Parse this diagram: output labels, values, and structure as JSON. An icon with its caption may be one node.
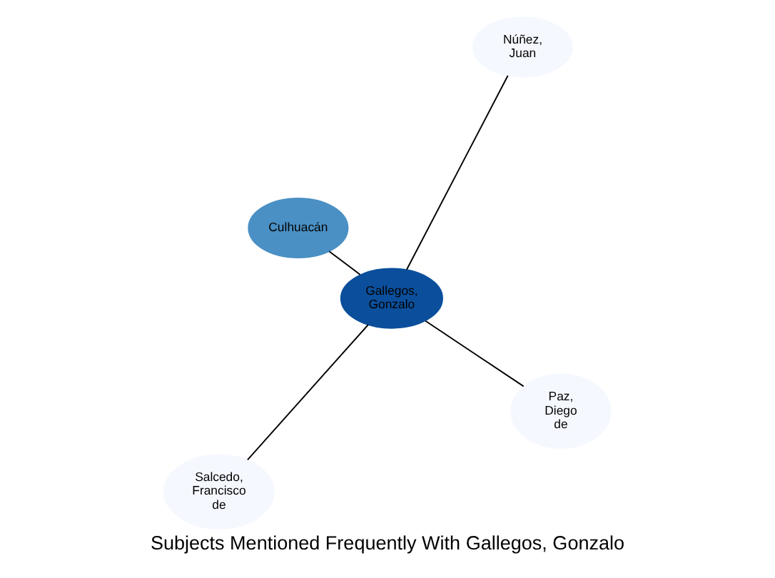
{
  "diagram": {
    "title": "Subjects Mentioned Frequently With Gallegos, Gonzalo",
    "nodes": [
      {
        "text": [
          "Gallegos, Gonzalo"
        ]
      },
      {
        "text": [
          "Paz, Diego de"
        ]
      },
      {
        "text": [
          "Salcedo, Francisco de"
        ]
      },
      {
        "text": [
          "Culhuacán"
        ]
      },
      {
        "text": [
          "Núñez, Juan"
        ]
      }
    ],
    "edges": [
      {
        "from": 0,
        "to": 1,
        "arrow": "none"
      },
      {
        "from": 0,
        "to": 2,
        "arrow": "none"
      },
      {
        "from": 0,
        "to": 3,
        "arrow": "none"
      },
      {
        "from": 0,
        "to": 4,
        "arrow": "none"
      }
    ]
  }
}
